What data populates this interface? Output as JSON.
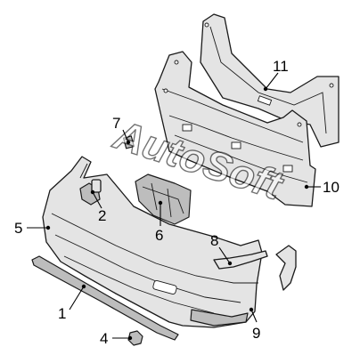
{
  "watermark": "AutoSoft",
  "callouts": [
    {
      "id": "1",
      "label": "1"
    },
    {
      "id": "2",
      "label": "2"
    },
    {
      "id": "4",
      "label": "4"
    },
    {
      "id": "5",
      "label": "5"
    },
    {
      "id": "6",
      "label": "6"
    },
    {
      "id": "7",
      "label": "7"
    },
    {
      "id": "8",
      "label": "8"
    },
    {
      "id": "9",
      "label": "9"
    },
    {
      "id": "10",
      "label": "10"
    },
    {
      "id": "11",
      "label": "11"
    }
  ]
}
